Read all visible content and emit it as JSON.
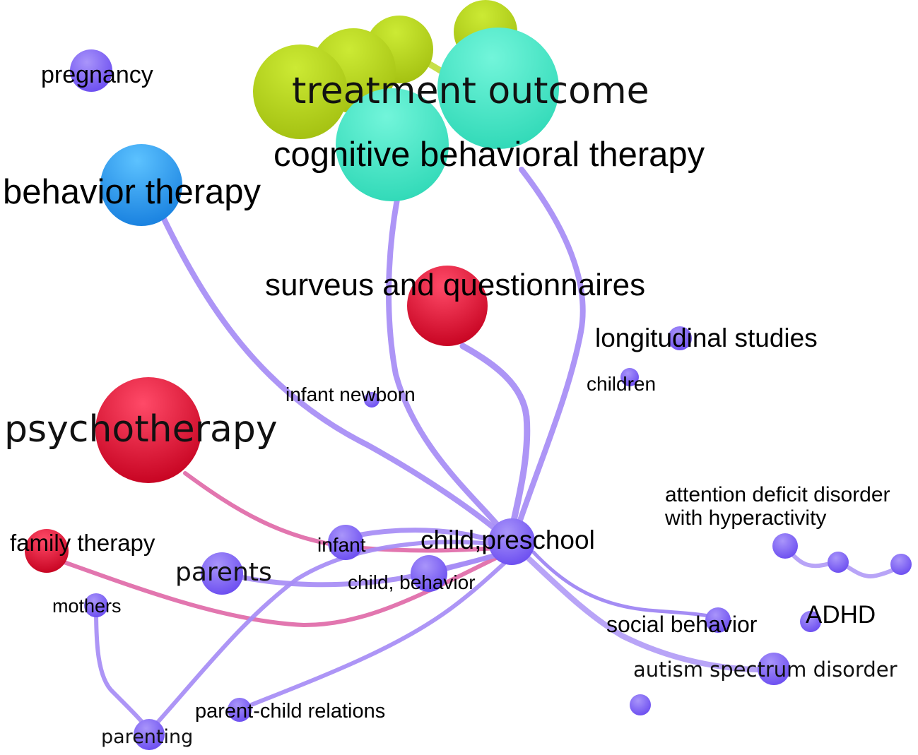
{
  "title": "Keyword co-occurrence network",
  "colors": {
    "purple_node": "#7b5cf0",
    "purple_edge": "#a68cf5",
    "pink_edge": "#e06aa8",
    "red_node": "#e0163a",
    "cyan_node": "#3ee6c4",
    "yellowgreen_node": "#b8d41c",
    "blue_node": "#2a94e6"
  },
  "nodes": [
    {
      "id": "pregnancy",
      "label": "pregnancy",
      "cluster": "purple",
      "weight": "small"
    },
    {
      "id": "treatment-outcome",
      "label": "treatment outcome",
      "cluster": "yellowgreen",
      "weight": "large"
    },
    {
      "id": "cognitive-behavioral-therapy",
      "label": "cognitive behavioral therapy",
      "cluster": "cyan",
      "weight": "large"
    },
    {
      "id": "behavior-therapy",
      "label": "behavior therapy",
      "cluster": "blue",
      "weight": "large"
    },
    {
      "id": "surveys-and-questionnaires",
      "label": "surveus and questionnaires",
      "cluster": "red",
      "weight": "large"
    },
    {
      "id": "longitudinal-studies",
      "label": "longitudinal studies",
      "cluster": "purple",
      "weight": "small"
    },
    {
      "id": "children",
      "label": "children",
      "cluster": "purple",
      "weight": "small"
    },
    {
      "id": "infant-newborn",
      "label": "infant newborn",
      "cluster": "purple",
      "weight": "small"
    },
    {
      "id": "psychotherapy",
      "label": "psychotherapy",
      "cluster": "red",
      "weight": "large"
    },
    {
      "id": "attention-deficit-disorder",
      "label_lines": [
        "attention deficit disorder",
        "with hyperactivity"
      ],
      "cluster": "purple",
      "weight": "small"
    },
    {
      "id": "family-therapy",
      "label": "family therapy",
      "cluster": "red",
      "weight": "medium"
    },
    {
      "id": "infant",
      "label": "infant",
      "cluster": "purple",
      "weight": "medium"
    },
    {
      "id": "child-preschool",
      "label": "child,preschool",
      "cluster": "purple",
      "weight": "medium"
    },
    {
      "id": "parents",
      "label": "parents",
      "cluster": "purple",
      "weight": "medium"
    },
    {
      "id": "child-behavior",
      "label": "child, behavior",
      "cluster": "purple",
      "weight": "medium"
    },
    {
      "id": "mothers",
      "label": "mothers",
      "cluster": "purple",
      "weight": "small"
    },
    {
      "id": "social-behavior",
      "label": "social behavior",
      "cluster": "purple",
      "weight": "small"
    },
    {
      "id": "adhd",
      "label": "ADHD",
      "cluster": "purple",
      "weight": "small"
    },
    {
      "id": "autism-spectrum-disorder",
      "label": "autism spectrum disorder",
      "cluster": "purple",
      "weight": "medium"
    },
    {
      "id": "parent-child-relations",
      "label": "parent-child relations",
      "cluster": "purple",
      "weight": "small"
    },
    {
      "id": "parenting",
      "label": "parenting",
      "cluster": "purple",
      "weight": "small"
    }
  ],
  "edges": [
    {
      "source": "behavior-therapy",
      "target": "child-preschool",
      "color": "purple"
    },
    {
      "source": "cognitive-behavioral-therapy",
      "target": "child-preschool",
      "color": "purple"
    },
    {
      "source": "treatment-outcome",
      "target": "child-preschool",
      "color": "purple"
    },
    {
      "source": "surveys-and-questionnaires",
      "target": "child-preschool",
      "color": "purple"
    },
    {
      "source": "psychotherapy",
      "target": "child-preschool",
      "color": "pink"
    },
    {
      "source": "family-therapy",
      "target": "child-preschool",
      "color": "pink"
    },
    {
      "source": "infant",
      "target": "child-preschool",
      "color": "purple"
    },
    {
      "source": "parents",
      "target": "child-preschool",
      "color": "purple"
    },
    {
      "source": "child-behavior",
      "target": "child-preschool",
      "color": "purple"
    },
    {
      "source": "parenting",
      "target": "child-preschool",
      "color": "purple"
    },
    {
      "source": "parent-child-relations",
      "target": "child-preschool",
      "color": "purple"
    },
    {
      "source": "social-behavior",
      "target": "child-preschool",
      "color": "purple"
    },
    {
      "source": "autism-spectrum-disorder",
      "target": "child-preschool",
      "color": "purple"
    },
    {
      "source": "mothers",
      "target": "parenting",
      "color": "purple"
    },
    {
      "source": "attention-deficit-disorder",
      "target": "adhd-chain",
      "color": "purple"
    },
    {
      "source": "treatment-outcome",
      "target": "treatment-outcome-cluster",
      "color": "yellowgreen"
    }
  ]
}
